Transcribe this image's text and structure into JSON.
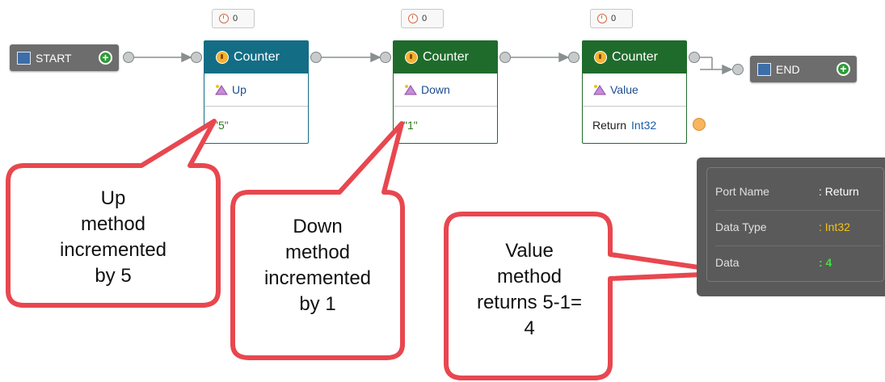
{
  "start": {
    "label": "START"
  },
  "end": {
    "label": "END"
  },
  "badges": [
    "0",
    "0",
    "0"
  ],
  "nodes": [
    {
      "title": "Counter",
      "method": "Up",
      "arg": "\"5\"",
      "color": "#136d85"
    },
    {
      "title": "Counter",
      "method": "Down",
      "arg": "\"1\"",
      "color": "#1f6b2c"
    },
    {
      "title": "Counter",
      "method": "Value",
      "return_label": "Return",
      "return_type": "Int32",
      "color": "#1f6b2c"
    }
  ],
  "tooltip": {
    "rows": [
      {
        "key": "Port Name",
        "value": ": Return",
        "color": "#ffffff"
      },
      {
        "key": "Data Type",
        "value": ": Int32",
        "color": "#f0c419"
      },
      {
        "key": "Data",
        "value": ": 4",
        "color": "#3fe03f"
      }
    ]
  },
  "callouts": [
    {
      "text": [
        "Up",
        "method",
        "incremented",
        "by 5"
      ]
    },
    {
      "text": [
        "Down",
        "method",
        "incremented",
        "by 1"
      ]
    },
    {
      "text": [
        "Value",
        "method",
        "returns 5-1=",
        "4"
      ]
    }
  ],
  "colors": {
    "accent_red": "#e8474f",
    "port_orange": "#f7b65e"
  }
}
